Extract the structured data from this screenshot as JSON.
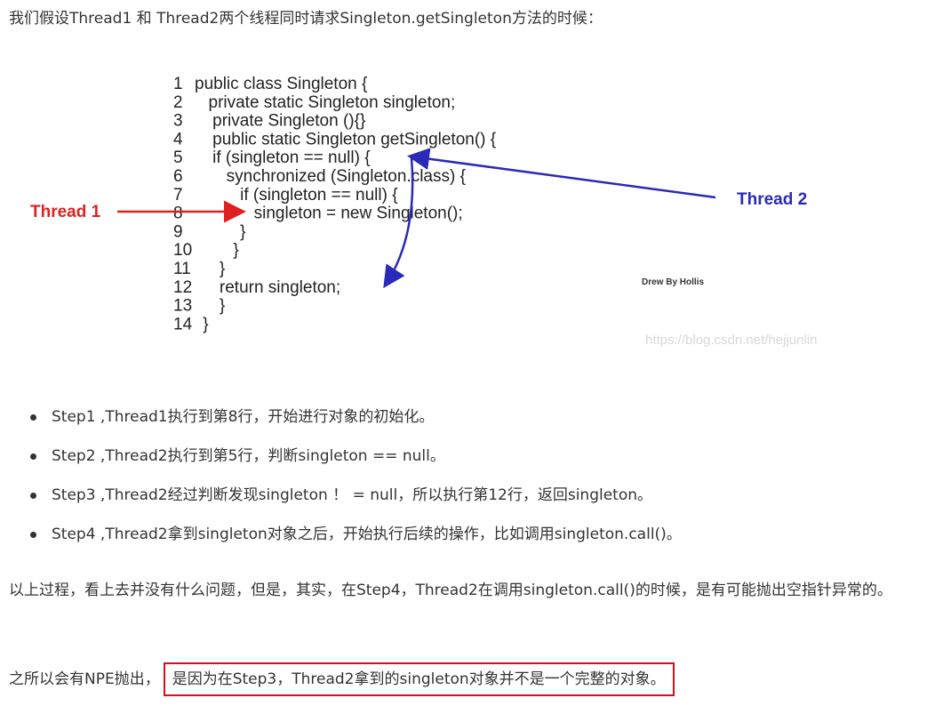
{
  "intro": "我们假设Thread1 和 Thread2两个线程同时请求Singleton.getSingleton方法的时候：",
  "figure": {
    "code_lines": [
      {
        "num": "1",
        "text": "public class Singleton {",
        "indent": 0
      },
      {
        "num": "2",
        "text": "private static Singleton singleton;",
        "indent": 1
      },
      {
        "num": "3",
        "text": "private Singleton (){}",
        "indent": 1.3
      },
      {
        "num": "4",
        "text": "public static Singleton getSingleton() {",
        "indent": 1.3
      },
      {
        "num": "5",
        "text": "if (singleton == null) {",
        "indent": 1.3
      },
      {
        "num": "6",
        "text": "synchronized (Singleton.class) {",
        "indent": 2.3
      },
      {
        "num": "7",
        "text": "if (singleton == null) {",
        "indent": 3.3
      },
      {
        "num": "8",
        "text": "singleton = new Singleton();",
        "indent": 4.3
      },
      {
        "num": "9",
        "text": "}",
        "indent": 3.3
      },
      {
        "num": "10",
        "text": "}",
        "indent": 2.8
      },
      {
        "num": "11",
        "text": "}",
        "indent": 1.8
      },
      {
        "num": "12",
        "text": "return singleton;",
        "indent": 1.8
      },
      {
        "num": "13",
        "text": "}",
        "indent": 1.8
      },
      {
        "num": "14",
        "text": "}",
        "indent": 0.6
      }
    ],
    "thread1_label": "Thread 1",
    "thread2_label": "Thread 2",
    "credit": "Drew By Hollis",
    "watermark": "https://blog.csdn.net/hejjunlin",
    "colors": {
      "thread1": "#e02020",
      "thread2": "#2a2ab8",
      "code": "#222222"
    }
  },
  "steps": [
    "Step1 ,Thread1执行到第8行，开始进行对象的初始化。",
    "Step2 ,Thread2执行到第5行，判断singleton == null。",
    "Step3 ,Thread2经过判断发现singleton ！ = null，所以执行第12行，返回singleton。",
    "Step4 ,Thread2拿到singleton对象之后，开始执行后续的操作，比如调用singleton.call()。"
  ],
  "para1": "以上过程，看上去并没有什么问题，但是，其实，在Step4，Thread2在调用singleton.call()的时候，是有可能抛出空指针异常的。",
  "para2_prefix": "之所以会有NPE抛出，",
  "para2_highlight": "是因为在Step3，Thread2拿到的singleton对象并不是一个完整的对象。",
  "highlight_color": "#d01020"
}
